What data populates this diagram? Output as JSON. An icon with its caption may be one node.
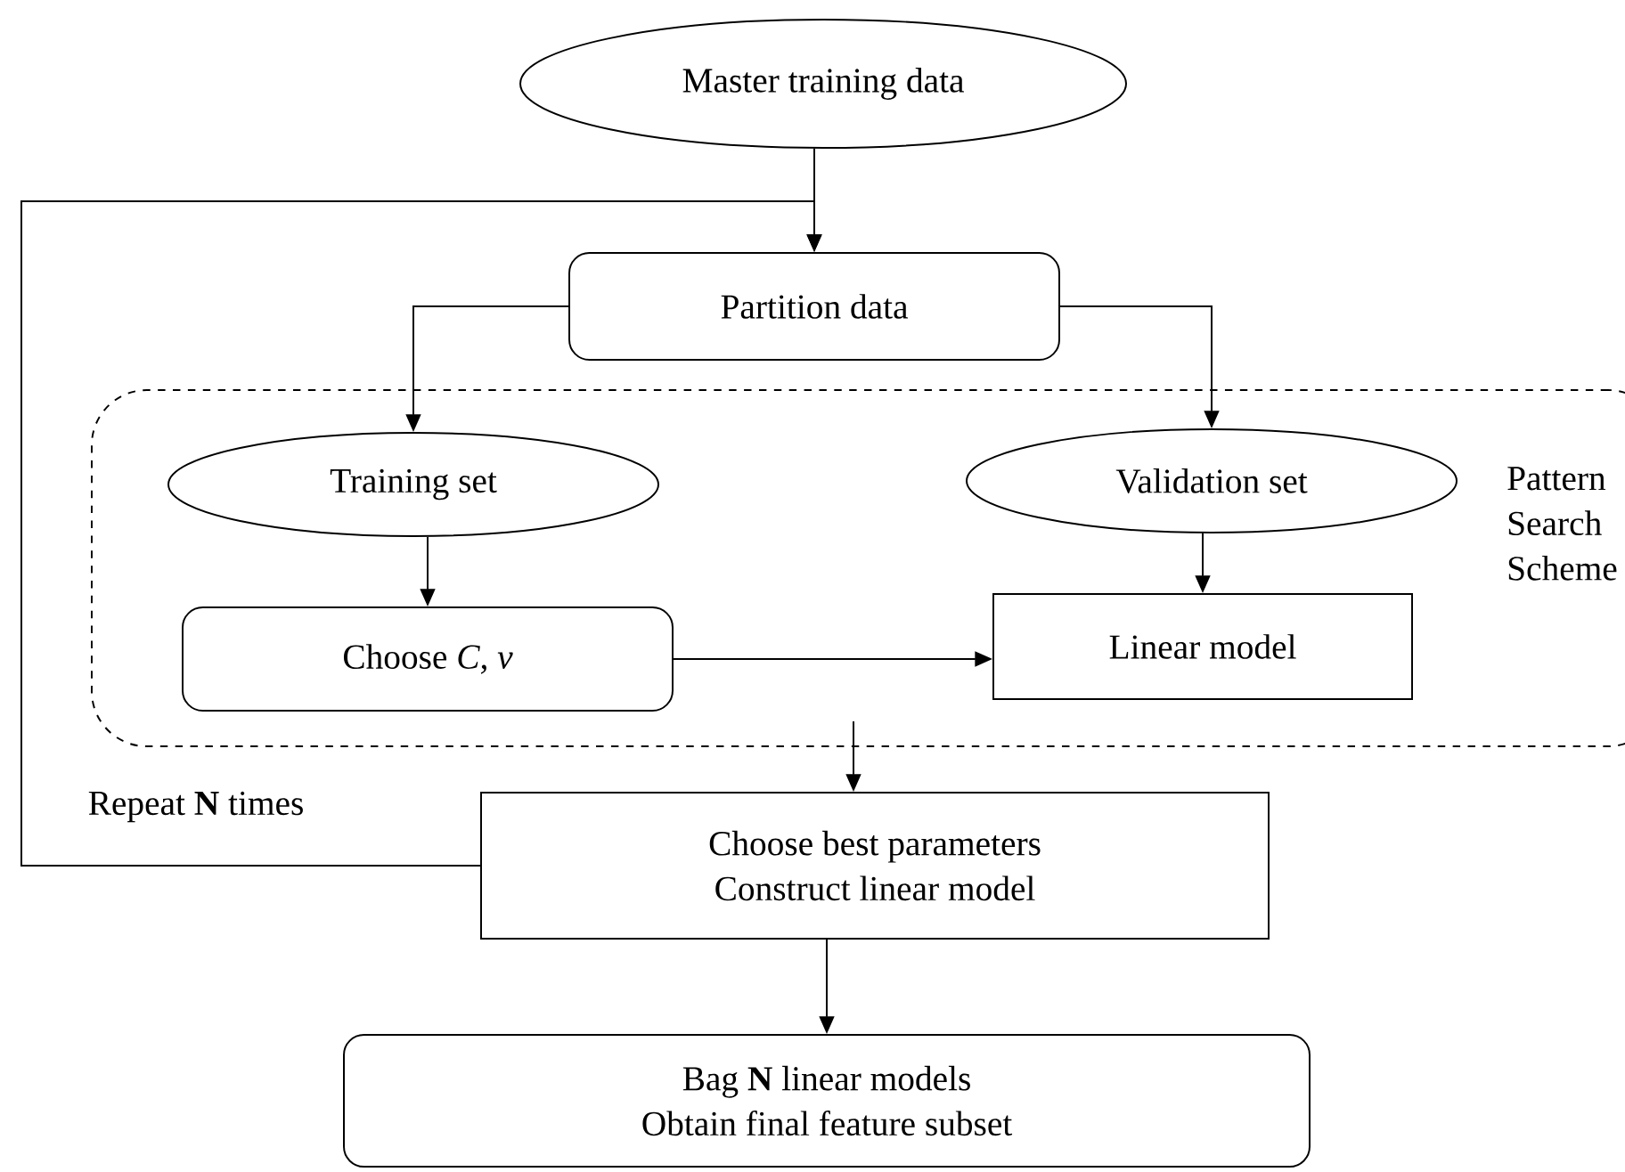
{
  "diagram": {
    "nodes": [
      {
        "text": [
          "Master training data"
        ]
      },
      {
        "text": [
          "Partition data"
        ]
      },
      {
        "text": [
          "Pattern Search Scheme"
        ]
      },
      {
        "text": [
          "Training set"
        ],
        "in": 2
      },
      {
        "text": [
          "Validation set"
        ],
        "in": 2
      },
      {
        "text": [
          "Choose *C*, *ν*"
        ],
        "in": 2
      },
      {
        "text": [
          "Linear model"
        ],
        "in": 2
      },
      {
        "text": [
          "Choose best parameters",
          "Construct linear model"
        ]
      },
      {
        "text": [
          "Bag **N** linear models",
          "Obtain final feature subset"
        ]
      }
    ],
    "edges": [
      {
        "from": 0,
        "to": 1,
        "arrow": "to"
      },
      {
        "from": 7,
        "to": 1,
        "arrow": "to",
        "label": "Repeat **N** times"
      },
      {
        "from": 1,
        "to": 3,
        "arrow": "to"
      },
      {
        "from": 1,
        "to": 4,
        "arrow": "to"
      },
      {
        "from": 3,
        "to": 5,
        "arrow": "to"
      },
      {
        "from": 4,
        "to": 6,
        "arrow": "to"
      },
      {
        "from": 5,
        "to": 6,
        "arrow": "to"
      },
      {
        "from": 2,
        "to": 7,
        "arrow": "to"
      },
      {
        "from": 7,
        "to": 8,
        "arrow": "to"
      }
    ]
  }
}
